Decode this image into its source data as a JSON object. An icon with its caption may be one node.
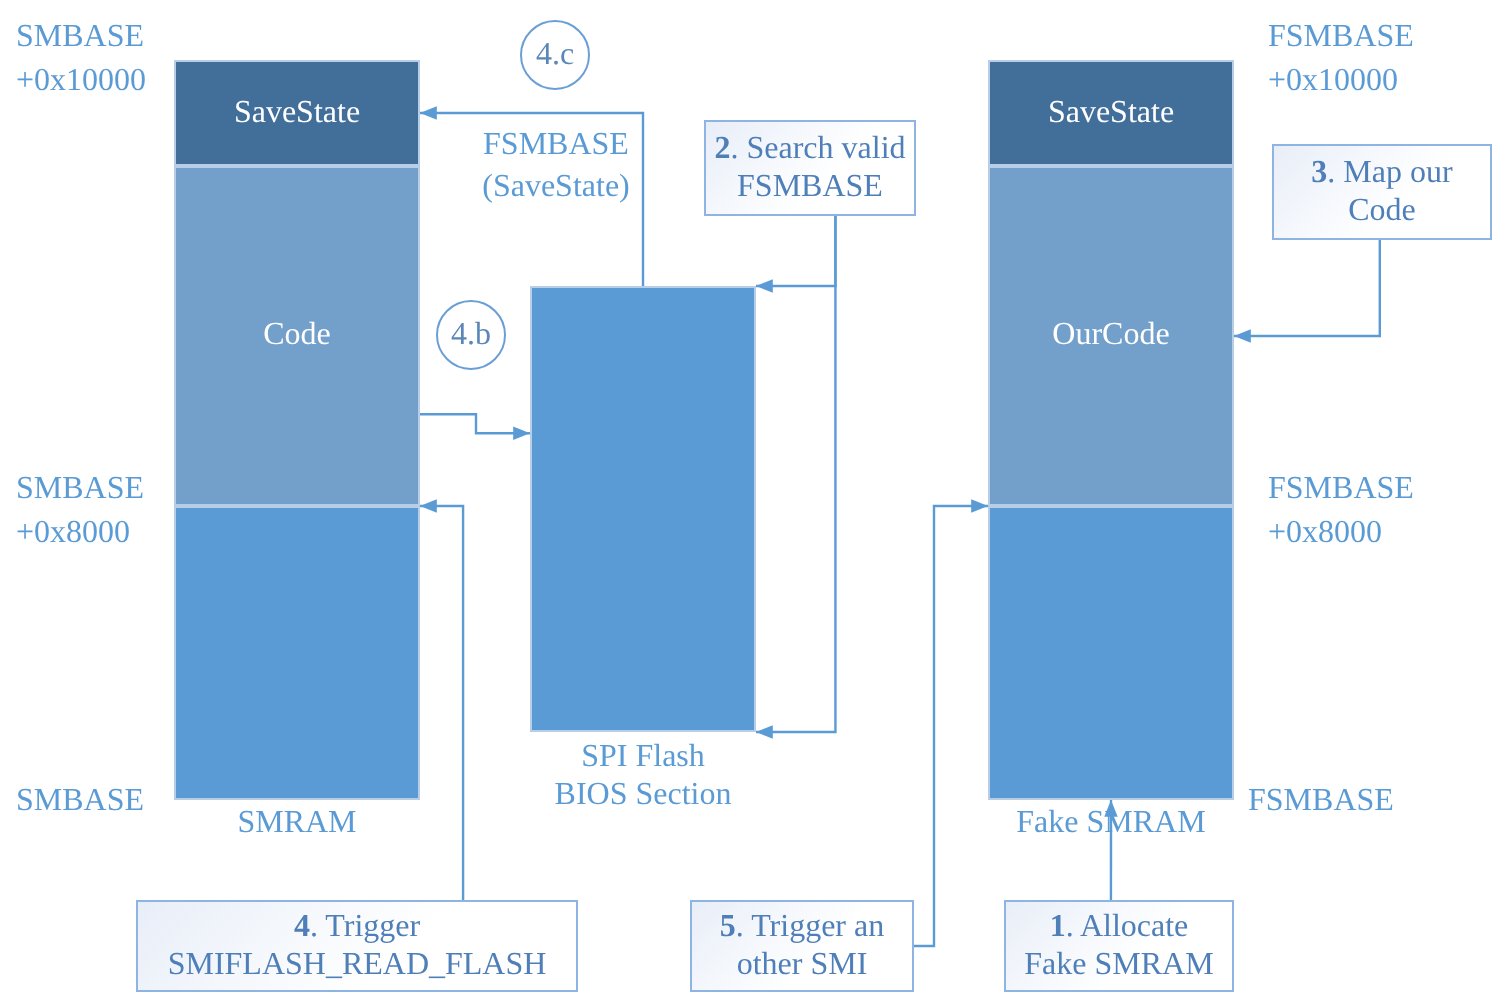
{
  "diagram": {
    "nodes": [
      {
        "text": [
          "SMRAM"
        ]
      },
      {
        "text": [
          "SaveState"
        ],
        "in": 0
      },
      {
        "text": [
          "Code"
        ],
        "in": 0
      },
      {
        "text": [],
        "shape": "box",
        "in": 0
      },
      {
        "text": [
          "SPI Flash BIOS Section"
        ]
      },
      {
        "text": [
          "Fake SMRAM"
        ]
      },
      {
        "text": [
          "SaveState"
        ],
        "in": 5
      },
      {
        "text": [
          "OurCode"
        ],
        "in": 5
      },
      {
        "text": [],
        "shape": "box",
        "in": 5
      },
      {
        "text": [
          "4.c"
        ]
      },
      {
        "text": [
          "4.b"
        ]
      },
      {
        "text": [
          "**2**. Search valid FSMBASE"
        ]
      },
      {
        "text": [
          "**3**. Map our Code"
        ]
      },
      {
        "text": [
          "**4**. Trigger SMIFLASH_READ_FLASH"
        ]
      },
      {
        "text": [
          "**5**. Trigger an other SMI"
        ]
      },
      {
        "text": [
          "**1**. Allocate Fake SMRAM"
        ]
      }
    ],
    "edges": [
      {
        "from": 4,
        "to": 1,
        "arrow": "to",
        "label": "FSMBASE (SaveState)"
      },
      {
        "from": 2,
        "to": 4,
        "arrow": "to"
      },
      {
        "from": 11,
        "to": 4,
        "arrow": "to"
      },
      {
        "from": 11,
        "to": 4,
        "arrow": "to"
      },
      {
        "from": 12,
        "to": 7,
        "arrow": "to"
      },
      {
        "from": 13,
        "to": 3,
        "arrow": "to"
      },
      {
        "from": 14,
        "to": 8,
        "arrow": "to"
      },
      {
        "from": 15,
        "to": 8,
        "arrow": "to"
      }
    ],
    "labels": [
      "SMBASE +0x10000",
      "SMBASE +0x8000",
      "SMBASE",
      "FSMBASE +0x10000",
      "FSMBASE +0x8000",
      "FSMBASE"
    ]
  }
}
